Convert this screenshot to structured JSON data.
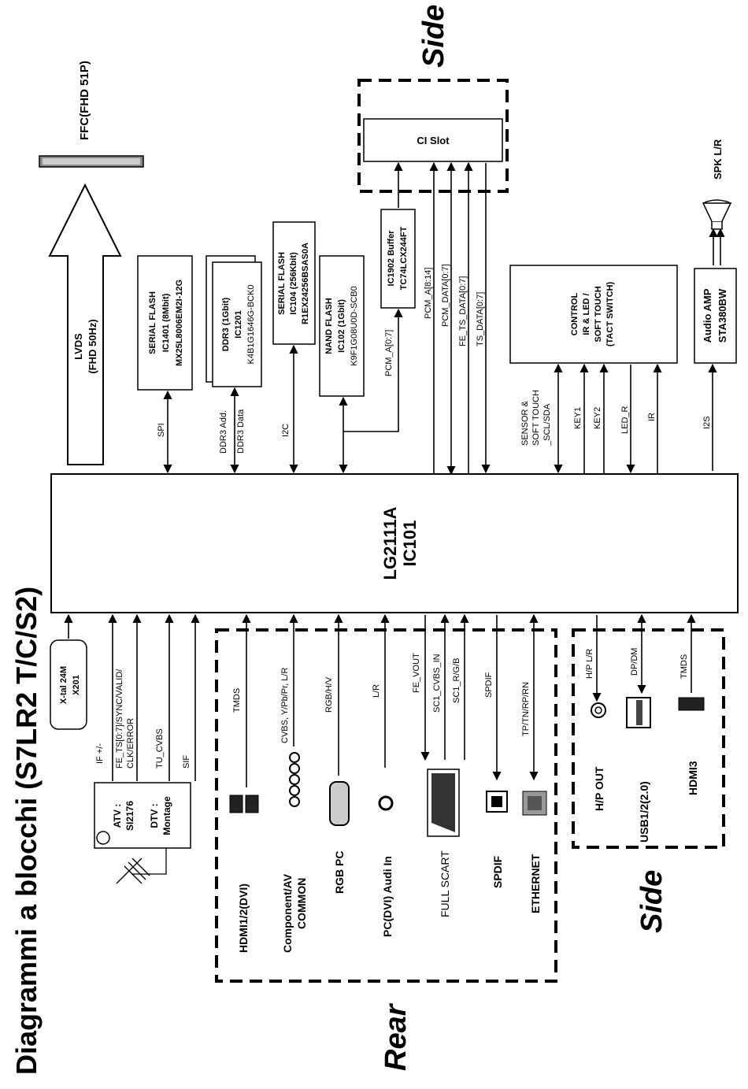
{
  "title": "Diagrammi a blocchi (S7LR2 T/C/S2)",
  "main_ic": {
    "line1": "LG2111A",
    "line2": "IC101"
  },
  "ffc": "FFC(FHD 51P)",
  "lvds": {
    "line1": "LVDS",
    "line2": "(FHD 50Hz)"
  },
  "serial_flash_1": {
    "line1": "SERIAL FLASH",
    "line2": "IC1401 (8Mbit)",
    "line3": "MX25L8006EM2I-12G"
  },
  "ddr3": {
    "line1": "DDR3 (1Gbit)",
    "line2": "IC1201",
    "line3": "K4B1G1646G-BCK0"
  },
  "serial_flash_2": {
    "line1": "SERIAL FLASH",
    "line2": "IC104 (256Kbit)",
    "line3": "R1EX24256BSAS0A"
  },
  "nand_flash": {
    "line1": "NAND  FLASH",
    "line2": "IC102  (1Gbit)",
    "line3": "K9F1G08U0D-SCB0"
  },
  "buffer": {
    "line1": "IC1902 Buffer",
    "line2": "TC74LCX244FT"
  },
  "ci_slot": "CI Slot",
  "control": {
    "line1": "CONTROL",
    "line2": "IR & LED /",
    "line3": "SOFT TOUCH",
    "line4": "(TACT SWITCH)"
  },
  "audio_amp": {
    "line1": "Audio  AMP",
    "line2": "STA380BW"
  },
  "spk": "SPK L/R",
  "side_label": "Side",
  "rear_label": "Rear",
  "xtal": {
    "line1": "X-tal 24M",
    "line2": "X201"
  },
  "tuner": {
    "atv1": "ATV :",
    "atv2": "SI2176",
    "dtv1": "DTV :",
    "dtv2": "Montage"
  },
  "signals_top": {
    "spi": "SPI",
    "ddr_add": "DDR3 Add.",
    "ddr_data": "DDR3 Data",
    "i2c": "I2C",
    "pcm_a07": "PCM_A[0:7]",
    "pcm_a814": "PCM_A[8:14]",
    "pcm_data": "PCM_DATA[0:7]",
    "fe_ts_data": "FE_TS_DATA[0:7]",
    "ts_data": "TS_DATA[0:7]",
    "sensor1": "SENSOR &",
    "sensor2": "SOFT TOUCH",
    "sensor3": "_SCL/SDA",
    "key1": "KEY1",
    "key2": "KEY2",
    "led_r": "LED_R",
    "ir": "IR",
    "i2s": "I2S"
  },
  "signals_bottom": {
    "if": "IF +/-",
    "fe_ts1": "FE_TS[0:7]/SYNC/VALID/",
    "fe_ts2": "CLK/ERROR",
    "tu_cvbs": "TU_CVBS",
    "sif": "SIF",
    "tmds": "TMDS",
    "cvbs": "CVBS, Y/Pb/Pr, L/R",
    "rgbhv": "RGB/H/V",
    "lr": "L/R",
    "fe_vout": "FE_VOUT",
    "sc1_cvbs": "SC1_CVBS_IN",
    "sc1_rgb": "SC1_R/G/B",
    "spdif": "SPDIF",
    "tp": "TP/TN/RP/RN",
    "hp_lr": "H/P L/R",
    "dpdm": "DP/DM",
    "tmds_side": "TMDS"
  },
  "connectors": {
    "hdmi12": "HDMI1/2(DVI)",
    "comp1": "Component/AV",
    "comp2": "COMMON",
    "rgbpc": "RGB PC",
    "pcaudio": "PC(DVI) Audi In",
    "scart": "FULL SCART",
    "spdif": "SPDIF",
    "ethernet": "ETHERNET",
    "hpout": "H/P OUT",
    "usb": "USB1/2(2.0)",
    "hdmi3": "HDMI3"
  }
}
